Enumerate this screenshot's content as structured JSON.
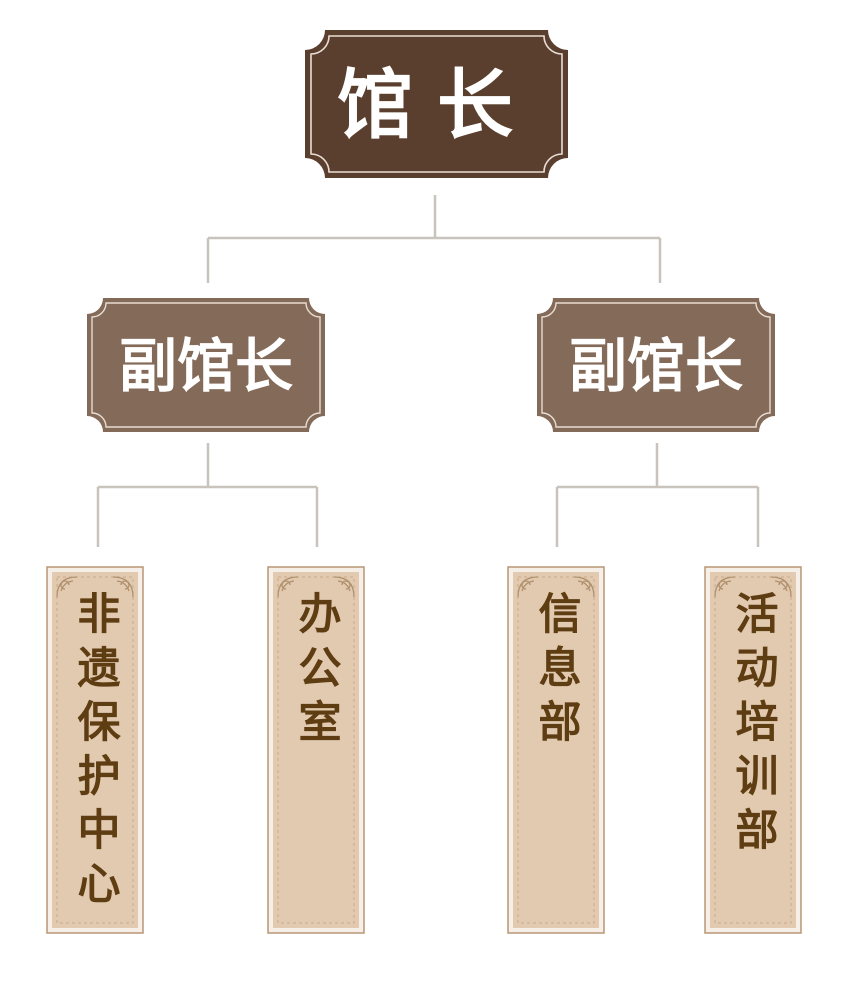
{
  "colors": {
    "connector": "#c9c3bd",
    "director_fill": "#5b3f2e",
    "deputy_fill": "#846a58",
    "plaque_border": "#e9ddd3",
    "card_fill": "#e1cab0",
    "card_border": "#b89674",
    "card_text": "#5e3d12"
  },
  "director": {
    "label": "馆长"
  },
  "deputies": [
    {
      "label": "副馆长"
    },
    {
      "label": "副馆长"
    }
  ],
  "departments": [
    {
      "label": "非遗保护中心"
    },
    {
      "label": "办公室"
    },
    {
      "label": "信息部"
    },
    {
      "label": "活动培训部"
    }
  ]
}
